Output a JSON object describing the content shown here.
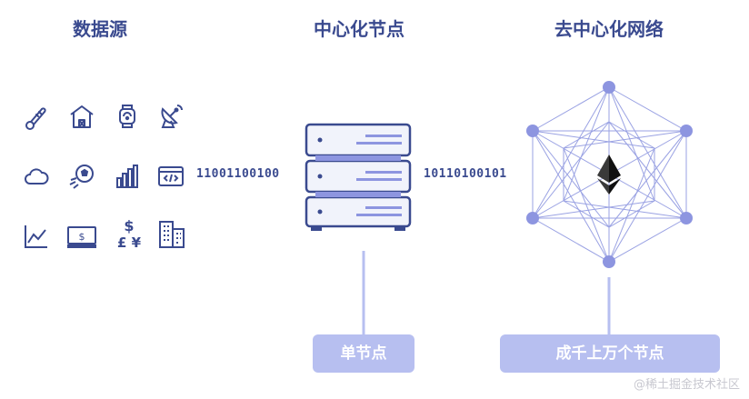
{
  "headings": {
    "data_source": "数据源",
    "central_node": "中心化节点",
    "decentralized_network": "去中心化网络"
  },
  "bits": {
    "left": "11001100100",
    "right": "10110100101"
  },
  "labels": {
    "single_node": "单节点",
    "many_nodes": "成千上万个节点"
  },
  "watermark": "@稀土掘金技术社区",
  "icons": [
    "thermometer-icon",
    "barn-icon",
    "smartwatch-icon",
    "satellite-dish-icon",
    "cloud-icon",
    "soccer-ball-icon",
    "bar-chart-icon",
    "code-window-icon",
    "line-chart-icon",
    "banknote-icon",
    "currency-icon",
    "building-icon"
  ],
  "currency_symbols": {
    "top": "$",
    "bottom": "£ ¥"
  },
  "colors": {
    "heading": "#3a4a8f",
    "icon_stroke": "#3a4a8f",
    "server_light": "#f1f3fb",
    "server_accent": "#8d95e0",
    "node": "#8d95e0",
    "pill": "#b7bff0"
  }
}
